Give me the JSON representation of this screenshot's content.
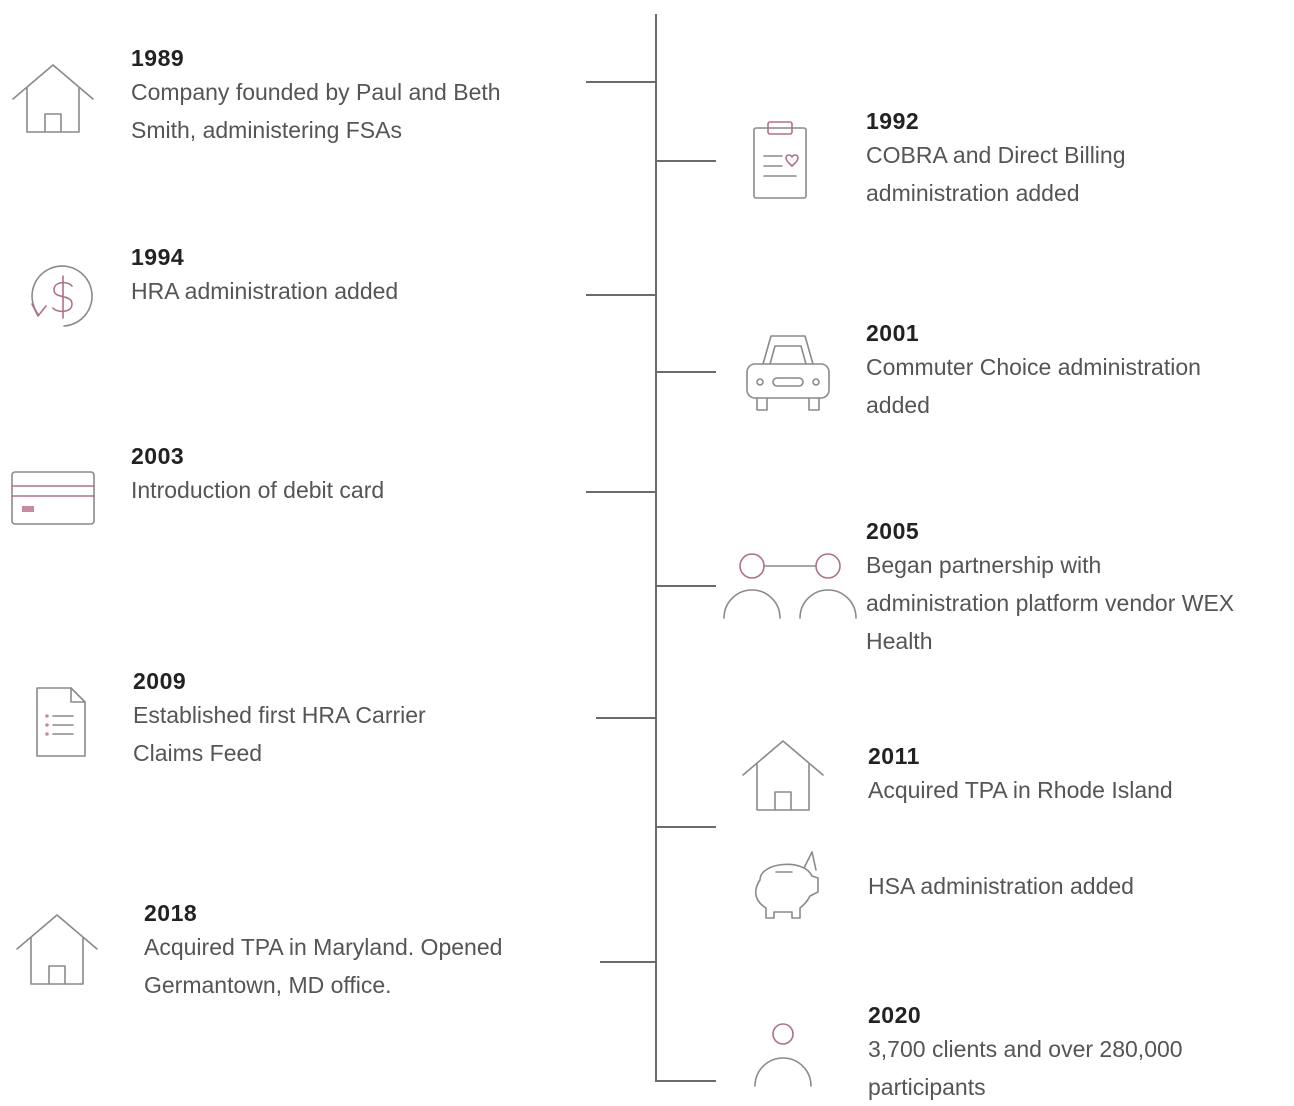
{
  "events": [
    {
      "year": "1989",
      "lines": [
        "Company founded by Paul and Beth",
        "Smith, administering FSAs"
      ],
      "icon": "house-icon",
      "side": "left"
    },
    {
      "year": "1992",
      "lines": [
        "COBRA and Direct Billing",
        "administration added"
      ],
      "icon": "clipboard-heart-icon",
      "side": "right"
    },
    {
      "year": "1994",
      "lines": [
        "HRA administration added"
      ],
      "icon": "dollar-refresh-icon",
      "side": "left"
    },
    {
      "year": "2001",
      "lines": [
        "Commuter Choice administration",
        "added"
      ],
      "icon": "car-icon",
      "side": "right"
    },
    {
      "year": "2003",
      "lines": [
        "Introduction of debit card"
      ],
      "icon": "credit-card-icon",
      "side": "left"
    },
    {
      "year": "2005",
      "lines": [
        "Began partnership with",
        "administration platform vendor WEX",
        "Health"
      ],
      "icon": "people-connected-icon",
      "side": "right"
    },
    {
      "year": "2009",
      "lines": [
        "Established first HRA Carrier",
        "Claims Feed"
      ],
      "icon": "document-list-icon",
      "side": "left"
    },
    {
      "year": "2011",
      "lines": [
        "Acquired TPA in Rhode Island"
      ],
      "icon": "house-icon",
      "side": "right"
    },
    {
      "year": "",
      "lines": [
        "HSA administration added"
      ],
      "icon": "piggy-bank-icon",
      "side": "right"
    },
    {
      "year": "2018",
      "lines": [
        "Acquired TPA in Maryland. Opened",
        "Germantown, MD office."
      ],
      "icon": "house-icon",
      "side": "left"
    },
    {
      "year": "2020",
      "lines": [
        "3,700 clients and over 280,000",
        "participants"
      ],
      "icon": "person-icon",
      "side": "right"
    }
  ],
  "colors": {
    "line": "#6b6b6b",
    "icon_stroke": "#8a8a8a",
    "icon_accent": "#b0708a",
    "year_text": "#222222",
    "body_text": "#555555"
  }
}
